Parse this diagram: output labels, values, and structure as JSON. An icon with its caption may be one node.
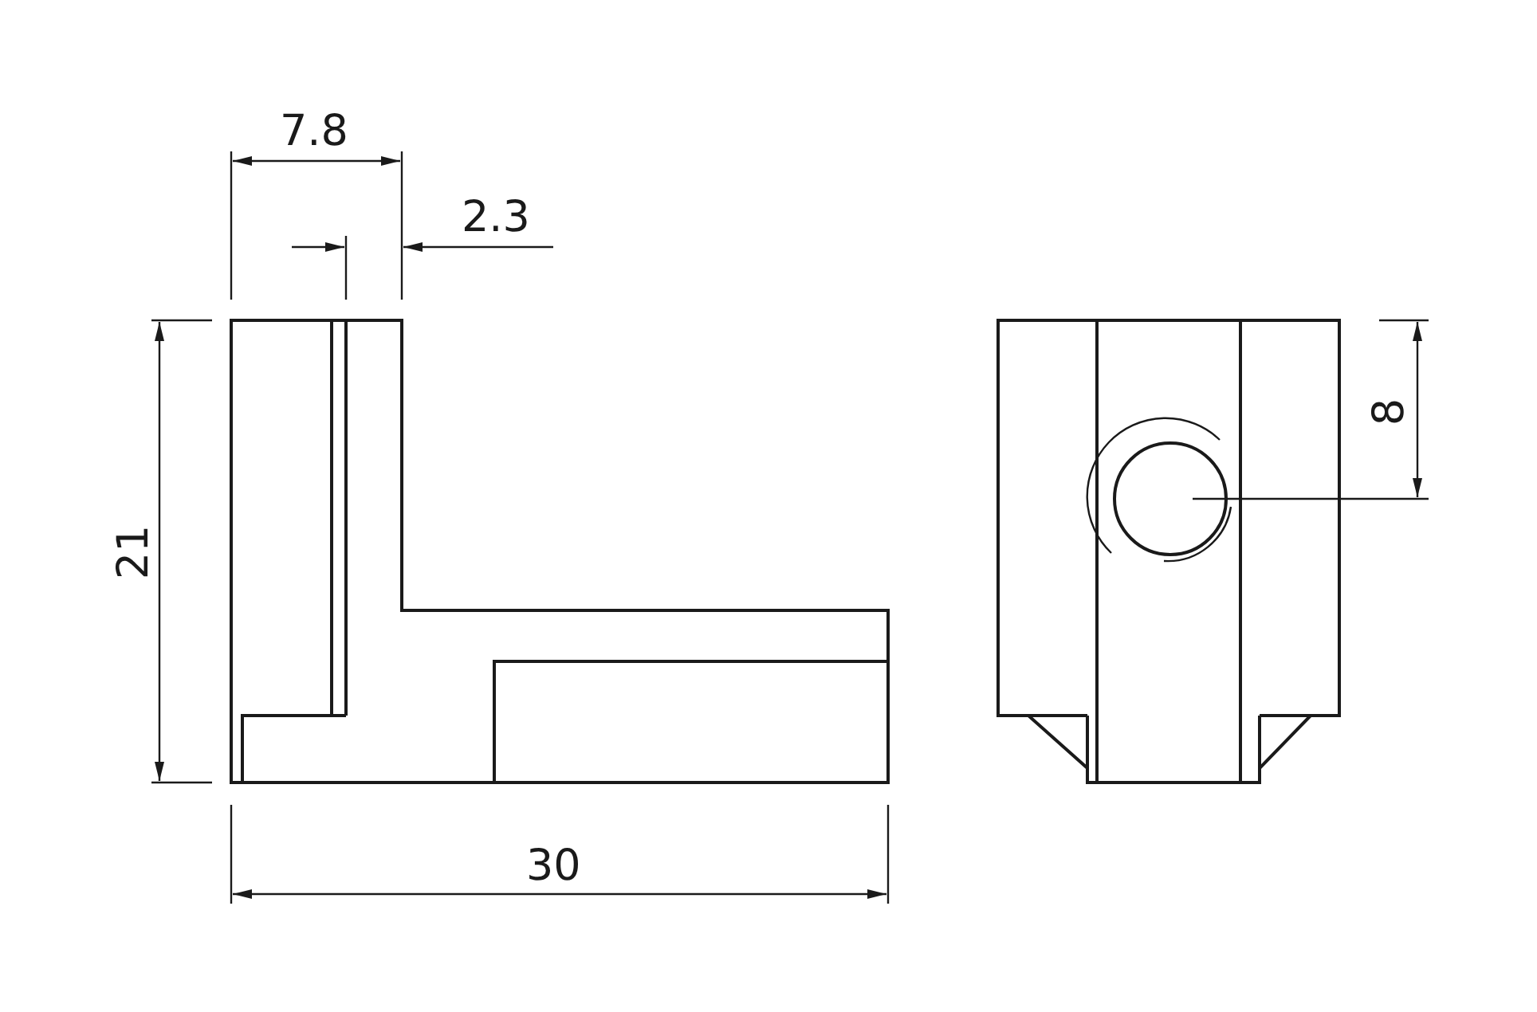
{
  "diagram": {
    "labels": [
      "7.8",
      "2.3",
      "8",
      "21",
      "30"
    ]
  }
}
